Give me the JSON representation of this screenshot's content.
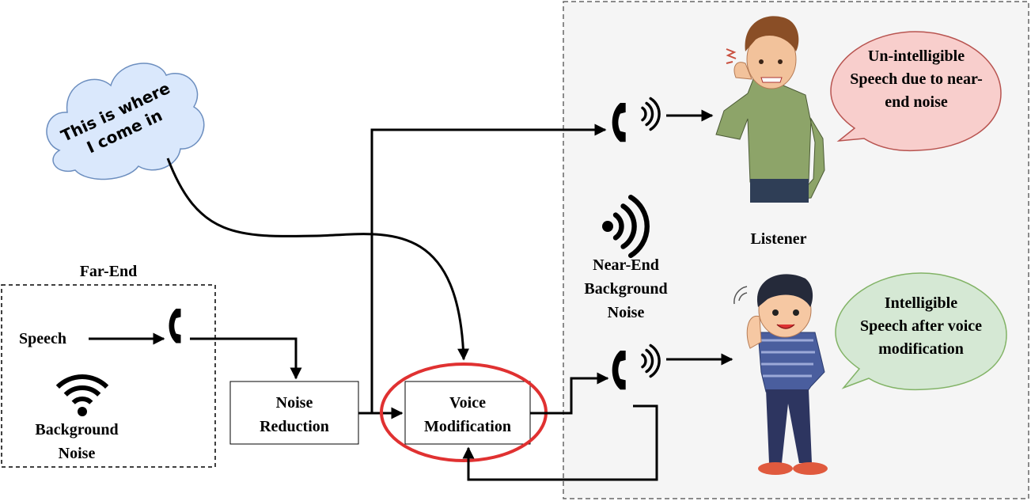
{
  "cloud": {
    "line1": "This is where",
    "line2": "I come in"
  },
  "far_end": {
    "title": "Far-End",
    "speech": "Speech",
    "noise_line1": "Background",
    "noise_line2": "Noise"
  },
  "noise_reduction": {
    "line1": "Noise",
    "line2": "Reduction"
  },
  "voice_modification": {
    "line1": "Voice",
    "line2": "Modification"
  },
  "near_end_noise": {
    "line1": "Near-End",
    "line2": "Background",
    "line3": "Noise"
  },
  "listener": {
    "label": "Listener"
  },
  "bubble_unintelligible": {
    "line1": "Un-intelligible",
    "line2": "Speech due to near-",
    "line3": "end noise"
  },
  "bubble_intelligible": {
    "line1": "Intelligible",
    "line2": "Speech after voice",
    "line3": "modification"
  },
  "colors": {
    "cloud_fill": "#dae8fc",
    "cloud_stroke": "#6c8ebf",
    "highlight_ring": "#e03131",
    "bubble_red_fill": "#f8cecc",
    "bubble_red_stroke": "#b85450",
    "bubble_green_fill": "#d5e8d4",
    "bubble_green_stroke": "#82b366",
    "listener_area_fill": "#f5f5f5"
  }
}
